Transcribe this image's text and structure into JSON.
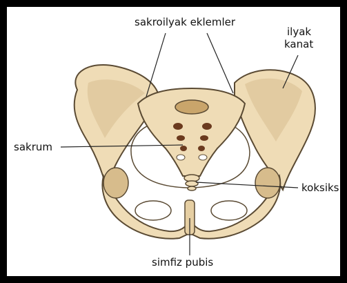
{
  "labels": {
    "sacroiliac": "sakroilyak eklemler",
    "iliac_line1": "ilyak",
    "iliac_line2": "kanat",
    "sacrum": "sakrum",
    "coccyx": "koksiks",
    "symphysis": "simfiz pubis"
  },
  "colors": {
    "frame": "#000000",
    "background": "#ffffff",
    "bone_fill": "#efdcb6",
    "bone_shade": "#d7bc8c",
    "bone_outline": "#5a4a33",
    "foramen_dark": "#6b3a1e",
    "leader_line": "#222222"
  }
}
